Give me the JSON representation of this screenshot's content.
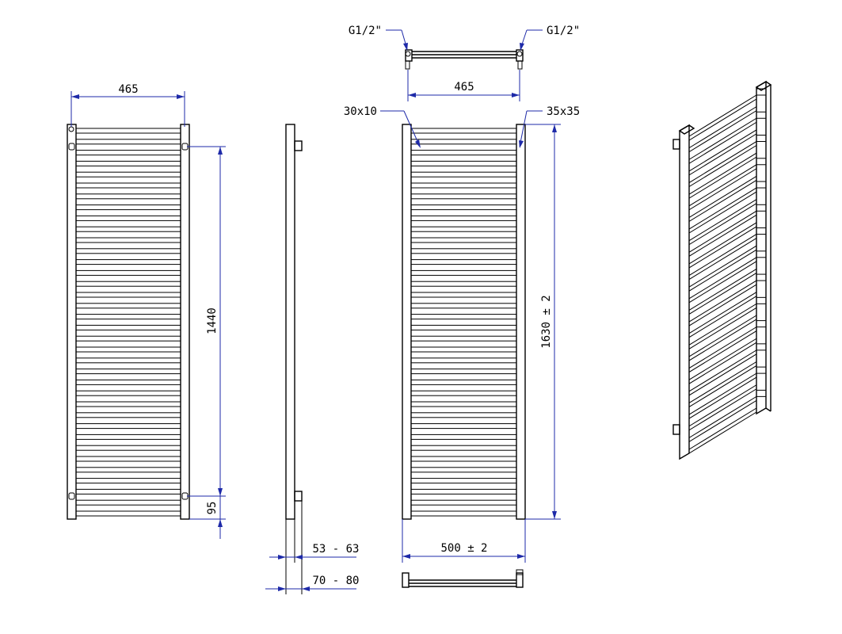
{
  "colors": {
    "line": "#000000",
    "dimension": "#1e2aa8",
    "background": "#ffffff"
  },
  "views": {
    "front": {
      "width_label": "465",
      "height_label": "1440",
      "offset_label": "95"
    },
    "side": {
      "depth_label_1": "53 - 63",
      "depth_label_2": "70 - 80"
    },
    "top": {
      "connection_left": "G1/2\"",
      "connection_right": "G1/2\"",
      "width_label": "465"
    },
    "rear": {
      "bar_label": "30x10",
      "collector_label": "35x35",
      "height_label": "1630 ± 2",
      "width_label": "500 ± 2"
    }
  }
}
